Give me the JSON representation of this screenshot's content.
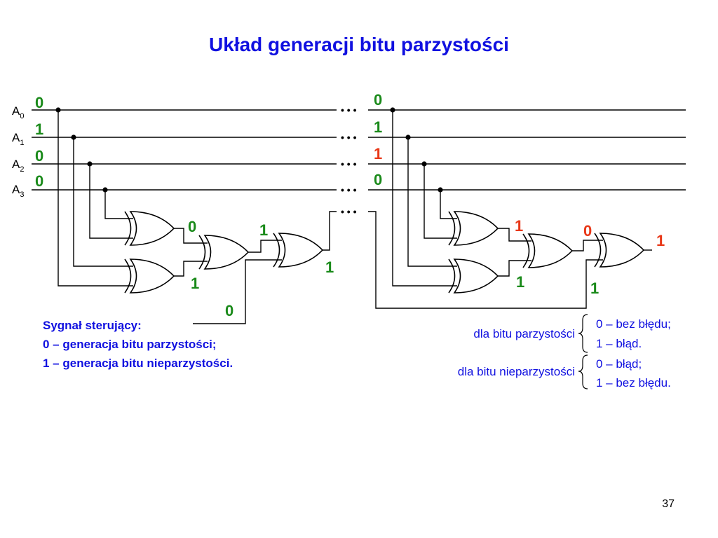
{
  "colors": {
    "title": "#1010e0",
    "bit": "#1a8a1a",
    "error_bit": "#e83818",
    "note": "#1010e0",
    "wire": "#000000"
  },
  "title": "Układ generacji bitu parzystości",
  "slide_number": "37",
  "inputs": [
    {
      "name": "A",
      "sub": "0",
      "value": "0"
    },
    {
      "name": "A",
      "sub": "1",
      "value": "1"
    },
    {
      "name": "A",
      "sub": "2",
      "value": "0"
    },
    {
      "name": "A",
      "sub": "3",
      "value": "0"
    }
  ],
  "ellipsis": "• • •",
  "generator": {
    "xor_top_out": "0",
    "xor_bottom_out": "1",
    "xor_mid_out": "1",
    "parity_out": "1",
    "control_value": "0"
  },
  "checker": {
    "received": [
      "0",
      "1",
      "1",
      "0"
    ],
    "error_bit_index": 2,
    "xor_top_out": "1",
    "xor_bottom_out": "1",
    "xor_mid_out": "0",
    "parity_in": "1",
    "result": "1"
  },
  "control_note": {
    "heading": "Sygnał sterujący:",
    "line1": "0 – generacja bitu parzystości;",
    "line2": "1 – generacja bitu nieparzystości."
  },
  "legend": {
    "even_label": "dla bitu parzystości",
    "even_0": "0 – bez błędu;",
    "even_1": "1 – błąd.",
    "odd_label": "dla bitu nieparzystości",
    "odd_0": "0 – błąd;",
    "odd_1": "1 – bez błędu."
  }
}
